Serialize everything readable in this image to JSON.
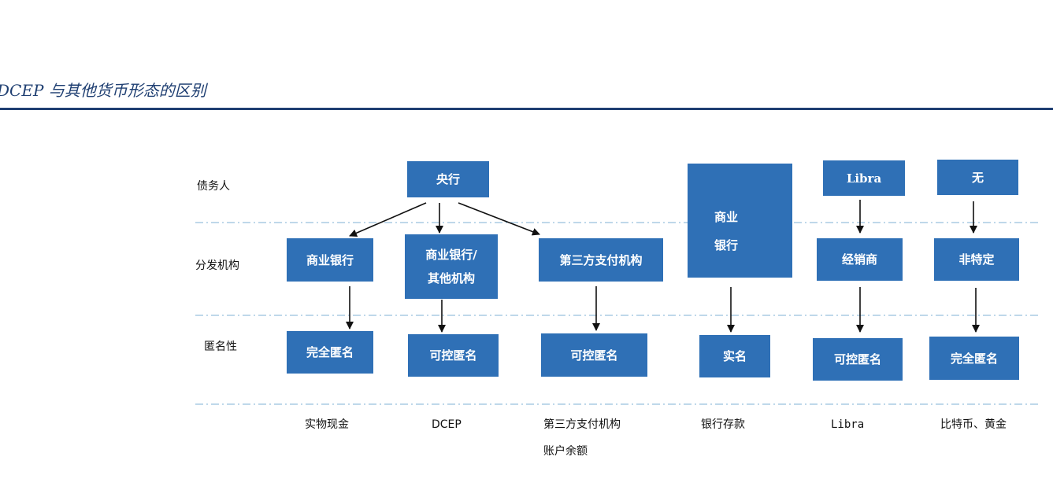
{
  "title": "DCEP 与其他货币形态的区别",
  "rows": {
    "debtor": "债务人",
    "issuer": "分发机构",
    "anonymity": "匿名性"
  },
  "boxes": {
    "central_bank": "央行",
    "bank_deposit_debtor": "商业\n银行",
    "libra_debtor": "Libra",
    "gold_debtor": "无",
    "cash_issuer": "商业银行",
    "dcep_issuer": "商业银行/\n其他机构",
    "thirdparty_issuer": "第三方支付机构",
    "libra_issuer": "经销商",
    "gold_issuer": "非特定",
    "cash_anon": "完全匿名",
    "dcep_anon": "可控匿名",
    "thirdparty_anon": "可控匿名",
    "bank_anon": "实名",
    "libra_anon": "可控匿名",
    "gold_anon": "完全匿名"
  },
  "categories": {
    "cash": "实物现金",
    "dcep": "DCEP",
    "thirdparty": "第三方支付机构\n账户余额",
    "bank": "银行存款",
    "libra": "Libra",
    "gold": "比特币、黄金"
  },
  "colors": {
    "box": "#2f70b6",
    "title": "#1f3f72",
    "divider": "#7fb0d6"
  }
}
